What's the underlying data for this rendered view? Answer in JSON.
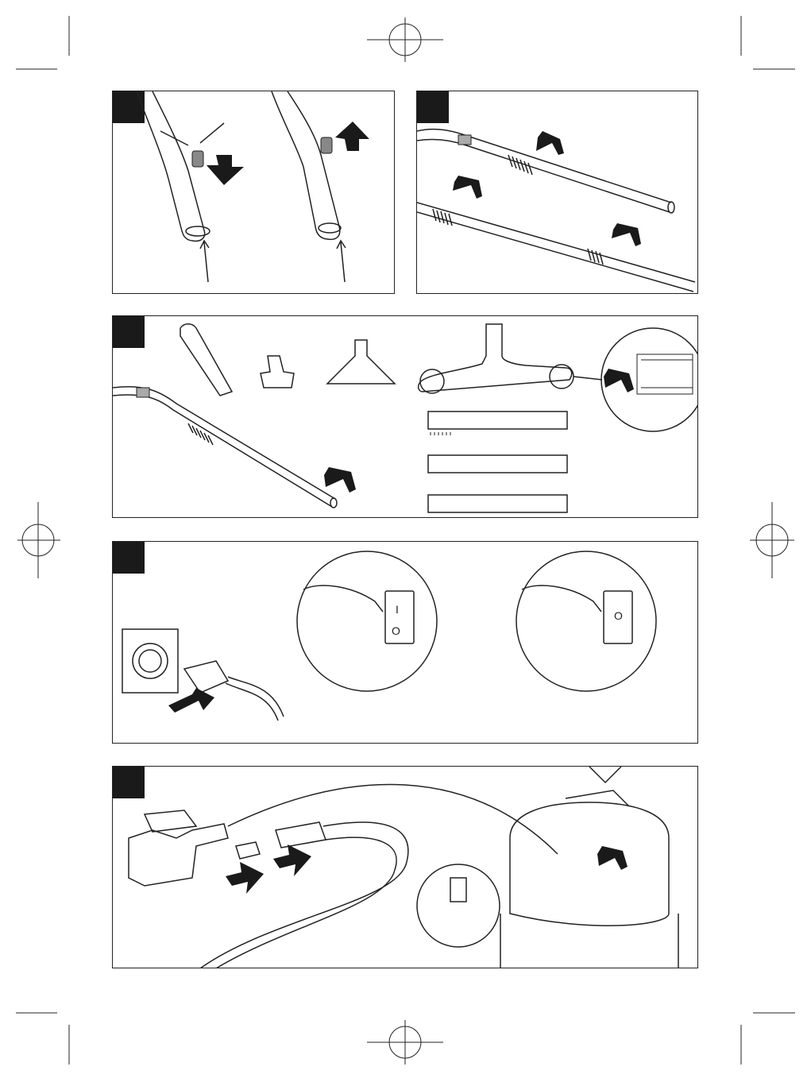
{
  "page": {
    "background": "#ffffff",
    "line_color": "#222222",
    "tab_color": "#1a1a1a"
  },
  "panels": [
    {
      "id": "panel-1",
      "label": "",
      "description_icon": "tube-release-button-icon"
    },
    {
      "id": "panel-2",
      "label": "",
      "description_icon": "tube-extension-icon"
    },
    {
      "id": "panel-3",
      "label": "",
      "description_icon": "nozzle-attachments-icon"
    },
    {
      "id": "panel-4",
      "label": "",
      "description_icon": "power-switch-icon"
    },
    {
      "id": "panel-5",
      "label": "",
      "description_icon": "power-tool-connection-icon"
    }
  ],
  "switch_labels": {
    "on": "I",
    "off": "O"
  }
}
